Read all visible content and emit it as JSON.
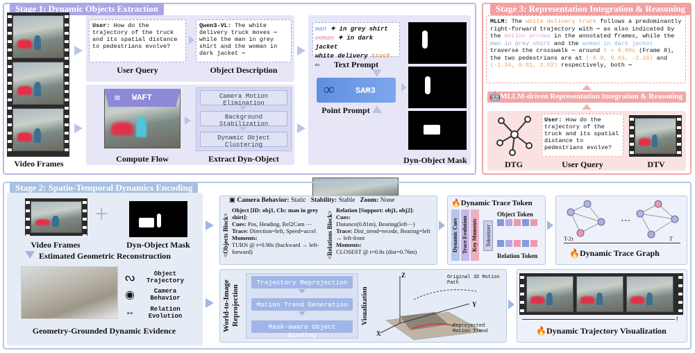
{
  "stage1": {
    "title": "Stage 1: Dynamic Objects Extraction",
    "video_frames_label": "Video Frames",
    "user_query": {
      "prefix": "User:",
      "text": "How do the trajectory of the truck and its spatial distance to pedestrians evolve?",
      "label": "User Query"
    },
    "object_description": {
      "prefix": "Qwen3-VL:",
      "text": "The white delivery truck moves ⋯ while the man in grey shirt and the woman in dark jacket ⋯",
      "label": "Object Description"
    },
    "text_prompt": {
      "line1_a": "man",
      "line1_b": "in grey shirt",
      "line2_a": "woman",
      "line2_b": "in dark jacket",
      "line3_a": "white delivery",
      "line3_b": "truck",
      "label": "Text Prompt"
    },
    "sam3": "SAM3",
    "point_prompt_label": "Point Prompt",
    "waft": "WAFT",
    "compute_flow_label": "Compute Flow",
    "extract_steps": [
      "Camera Motion Elimination",
      "Background Stabilization",
      "Dynamic Object Clustering"
    ],
    "extract_label": "Extract Dyn-Object",
    "mask_label": "Dyn-Object Mask"
  },
  "stage3": {
    "title": "Stage 3: Representation Integration & Reasoning",
    "mllm_prefix": "MLLM:",
    "mllm_text": {
      "p1": "The",
      "truck": "white delivery truck",
      "p2": "follows a predominantly right-forward trajectory with ⋯ as also indicated by the",
      "arrows": "motion arrows",
      "p3": "in the annotated frames, while the",
      "man": "man in grey shirt",
      "p4": "and the",
      "woman": "woman in dark jacket",
      "p5": "traverse the crosswalk ⋯ around",
      "t": "t = 0.90s",
      "p6": "(Frame 8), the two pedestrians are at",
      "c1": "(-0.9, 0.03, -2.16)",
      "p7": "and",
      "c2": "(-1.34, 0.81, 2.02)",
      "p8": "respectively, both ⋯"
    },
    "banner": "MLLM-driven Representation Integration & Reasoning",
    "user_query": {
      "prefix": "User:",
      "text": "How do the trajectory of the truck and its spatial distance to pedestrians evolve?"
    },
    "labels": [
      "DTG",
      "User Query",
      "DTV"
    ]
  },
  "stage2": {
    "title": "Stage 2: Spatio-Temporal Dynamics Encoding",
    "video_frames_label": "Video Frames",
    "mask_label": "Dyn-Object Mask",
    "recon_label": "Estimated Geometric Reconstruction",
    "evidence_items": [
      "Object Trajectory",
      "Camera Behavior",
      "Relation Evolution"
    ],
    "evidence_label": "Geometry-Grounded Dynamic Evidence",
    "camera_header": {
      "a": "Camera Behavior:",
      "a_val": "Static",
      "b": "Stability:",
      "b_val": "Stable",
      "c": "Zoom:",
      "c_val": "None"
    },
    "objects_block": {
      "side": "<Objects Block>",
      "head": "Object [ID: obj1, Cls: man in grey shirt]:",
      "cues_k": "Cues:",
      "cues_v": "Pos, Heading, Rel2Cam ⋯",
      "trace_k": "Trace:",
      "trace_v": "Direction=left, Speed=accel",
      "moments_k": "Moments:",
      "moments_v": "TURN @ t=0.90s (backward → left-forward)"
    },
    "relations_block": {
      "side": "<Relations Block>",
      "head": "Relation [Support: obj1, obj2]:",
      "cues_k": "Cues:",
      "cues_v": "Distance(0.81m), Bearing(left⋯)",
      "trace_k": "Trace:",
      "trace_v": "Dist_trend=recede, Bearing=left → left-front",
      "moments_k": "Moments:",
      "moments_v": "CLOSEST @ t=0.8s (dist=0.76m)"
    },
    "token": {
      "title": "Dynamic Trace Token",
      "cols": [
        "Dynamic Cues",
        "Trace Evolution",
        "Key Moments"
      ],
      "tokenizer": "Tokenizer",
      "object_token": "Object Token",
      "relation_token": "Relation Token"
    },
    "graph": {
      "title": "Dynamic Trace Graph",
      "t_start": "T-2τ",
      "t_end": "T"
    },
    "reprojection": {
      "side": "World-to-Image Reprojection",
      "steps": [
        "Trajectory Reprojection",
        "Motion Trend Generation",
        "Mask-aware Object Binding"
      ]
    },
    "visualization": {
      "side": "Visualization",
      "axis_z": "Z",
      "axis_y": "Y",
      "axis_x": "X",
      "note1": "Original 3D Motion Path",
      "note2": "Reprojected Motion Trend"
    },
    "dtv": {
      "title": "Dynamic Trajectory Visualization",
      "t": "t"
    }
  },
  "colors": {
    "stage1": "#a9a7e3",
    "stage2": "#a7c1e3",
    "stage3": "#f2a0a0",
    "pink": "#e8a0c8",
    "orange": "#e8a060",
    "light_blue": "#8eb0e8"
  }
}
